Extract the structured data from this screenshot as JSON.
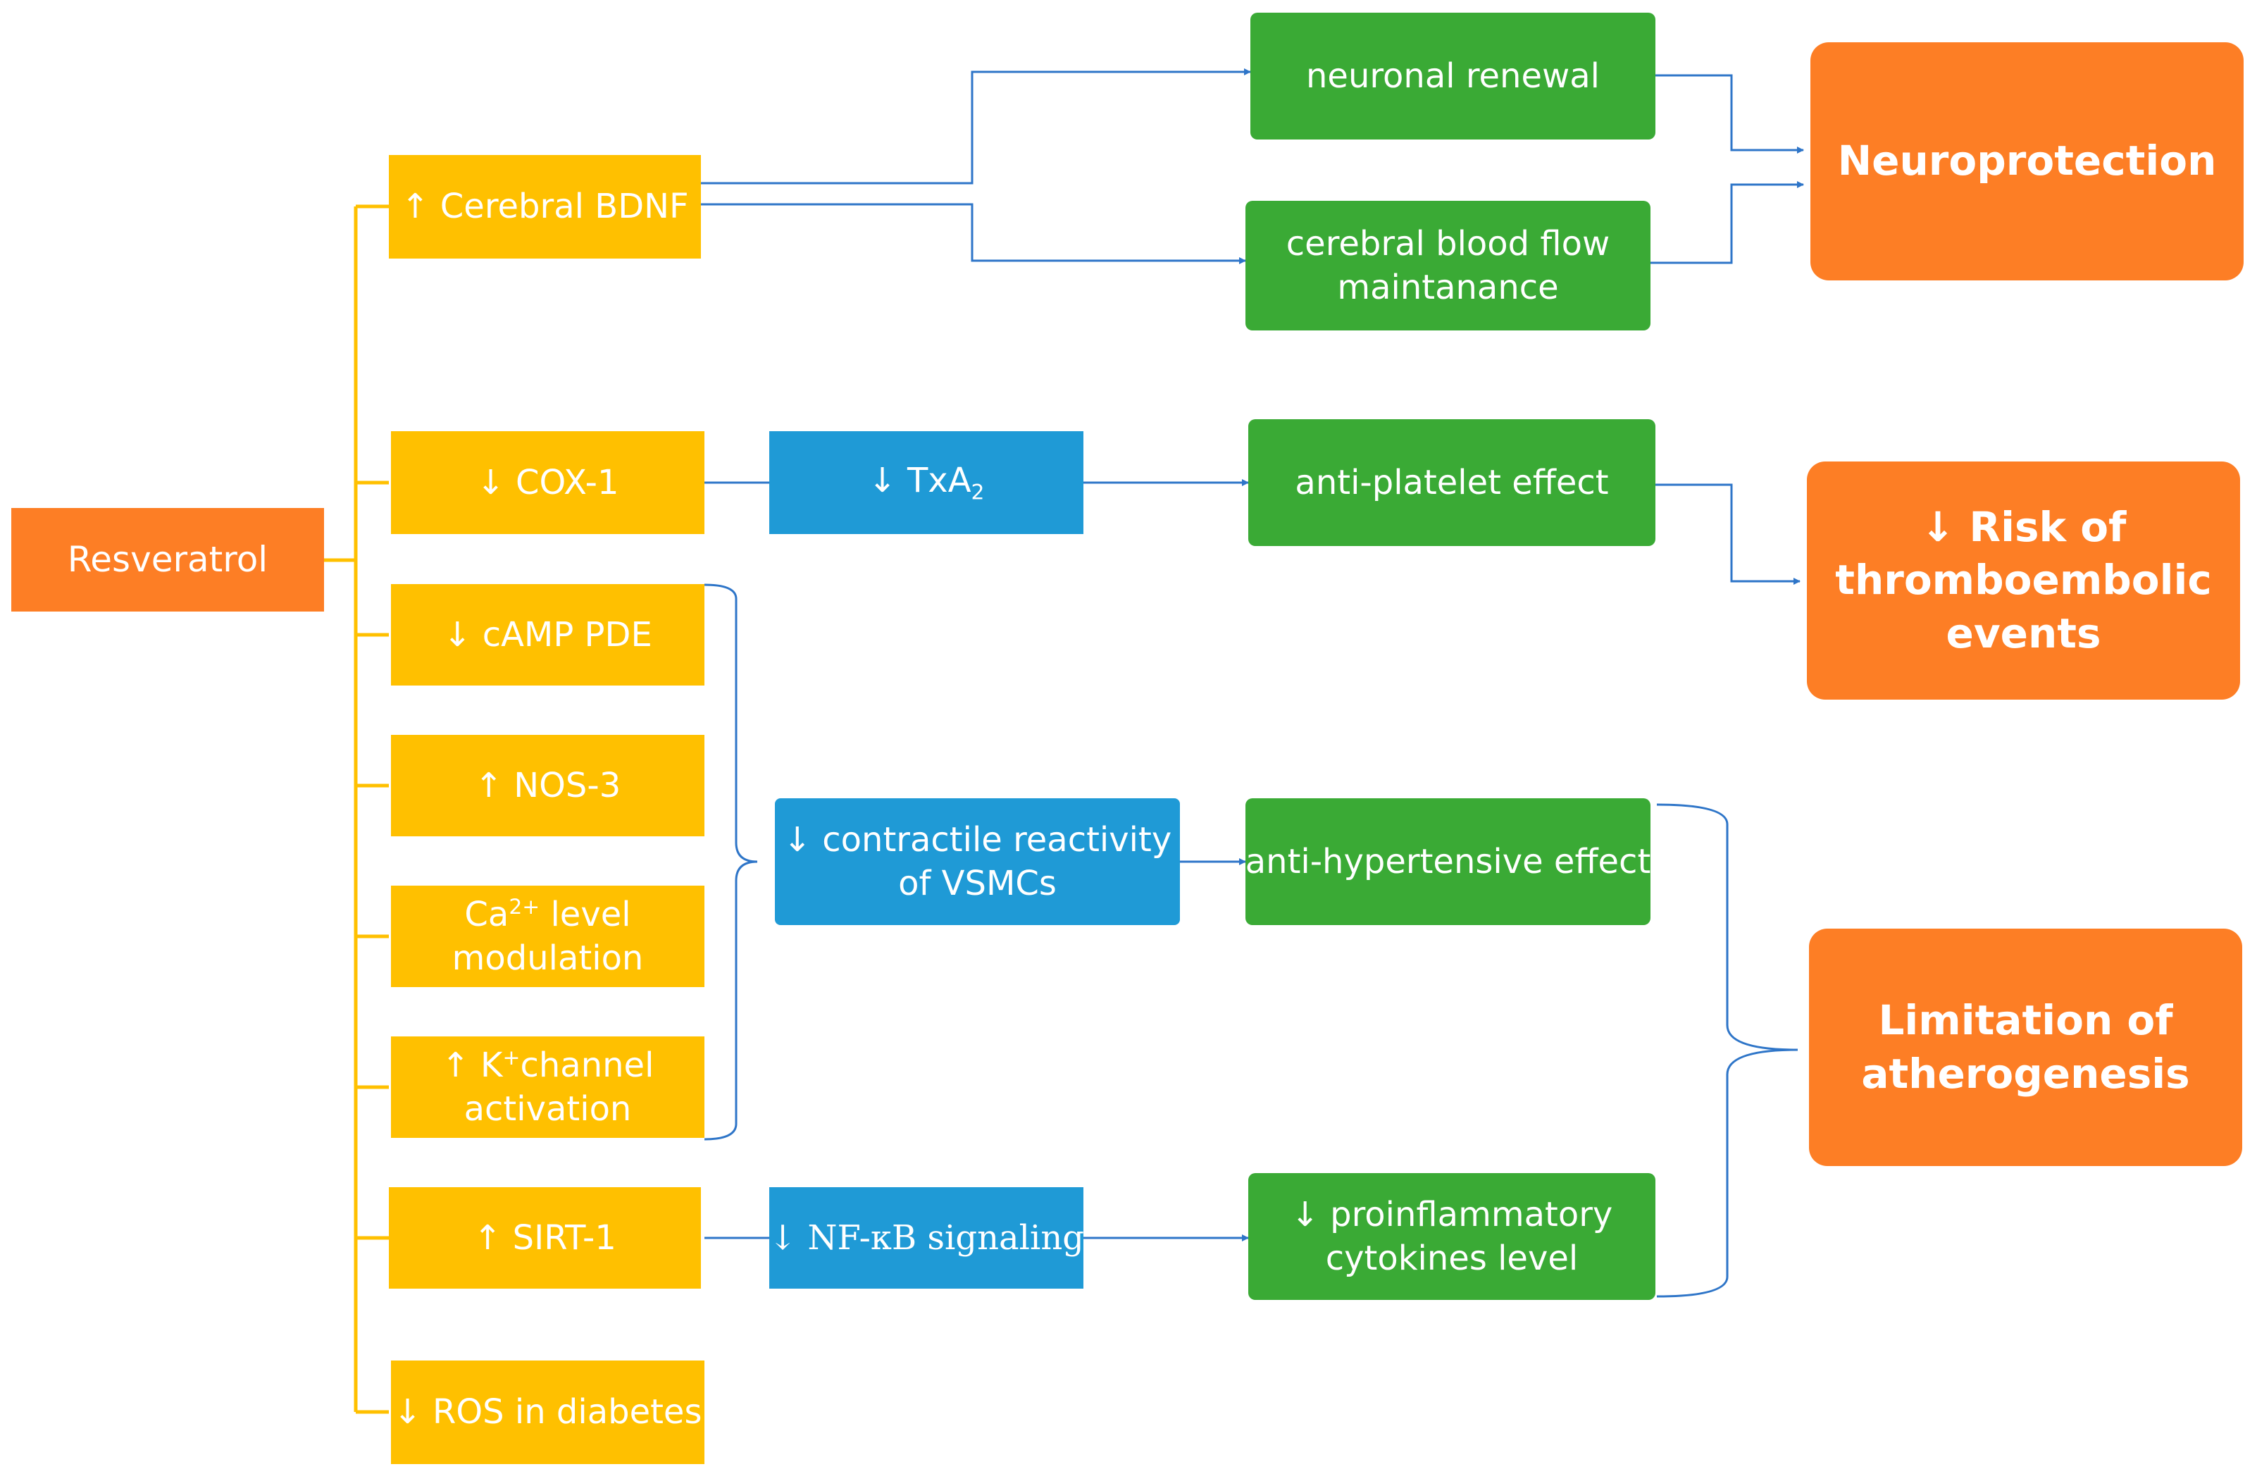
{
  "root": {
    "label": "Resveratrol"
  },
  "mechanisms": {
    "bdnf": "↑ Cerebral BDNF",
    "cox1": "↓ COX-1",
    "camp": "↓ cAMP PDE",
    "nos3": "↑ NOS-3",
    "ca": {
      "prefix": "Ca",
      "sup": "2+",
      "suffix": " level",
      "line2": "modulation"
    },
    "k": {
      "prefix": "↑ K",
      "sup": "+",
      "suffix": "channel",
      "line2": "activation"
    },
    "sirt1": "↑ SIRT-1",
    "ros": "↓ ROS in diabetes"
  },
  "intermediates": {
    "txa2": {
      "prefix": "↓ TxA",
      "sub": "2"
    },
    "contractile": {
      "line1": "↓ contractile reactivity",
      "line2": "of VSMCs"
    },
    "nfkb": "↓ NF-κB signaling"
  },
  "effects": {
    "neuronal": "neuronal renewal",
    "blood_flow": {
      "line1": "cerebral blood flow",
      "line2": "maintanance"
    },
    "antiplatelet": "anti-platelet effect",
    "antihypertensive": "anti-hypertensive effect",
    "proinflammatory": {
      "line1": "↓ proinflammatory",
      "line2": "cytokines level"
    }
  },
  "outcomes": {
    "neuroprotection": "Neuroprotection",
    "thrombo": {
      "line1": "↓ Risk of",
      "line2": "thromboembolic",
      "line3": "events"
    },
    "athero": {
      "line1": "Limitation of",
      "line2": "atherogenesis"
    }
  },
  "colors": {
    "mechanism": "#ffc000",
    "intermediate": "#1f9ad6",
    "effect": "#3aaa35",
    "outcome": "#fd7e25",
    "yellow_line": "#ffc000",
    "blue_line": "#2e75c8"
  }
}
